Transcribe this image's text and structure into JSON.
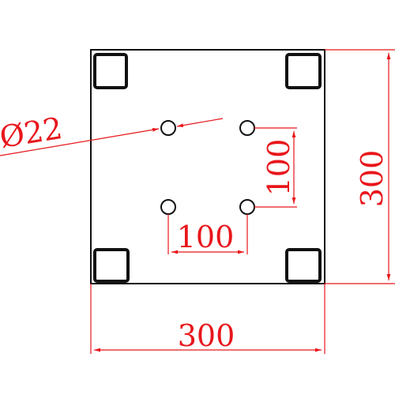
{
  "drawing": {
    "hole_diameter_label": "Ø22",
    "hole_spacing_vertical_label": "100",
    "hole_spacing_horizontal_label": "100",
    "plate_height_label": "300",
    "plate_width_label": "300",
    "colors": {
      "outline": "#111111",
      "dimension": "#e8161b",
      "background": "#ffffff"
    }
  }
}
